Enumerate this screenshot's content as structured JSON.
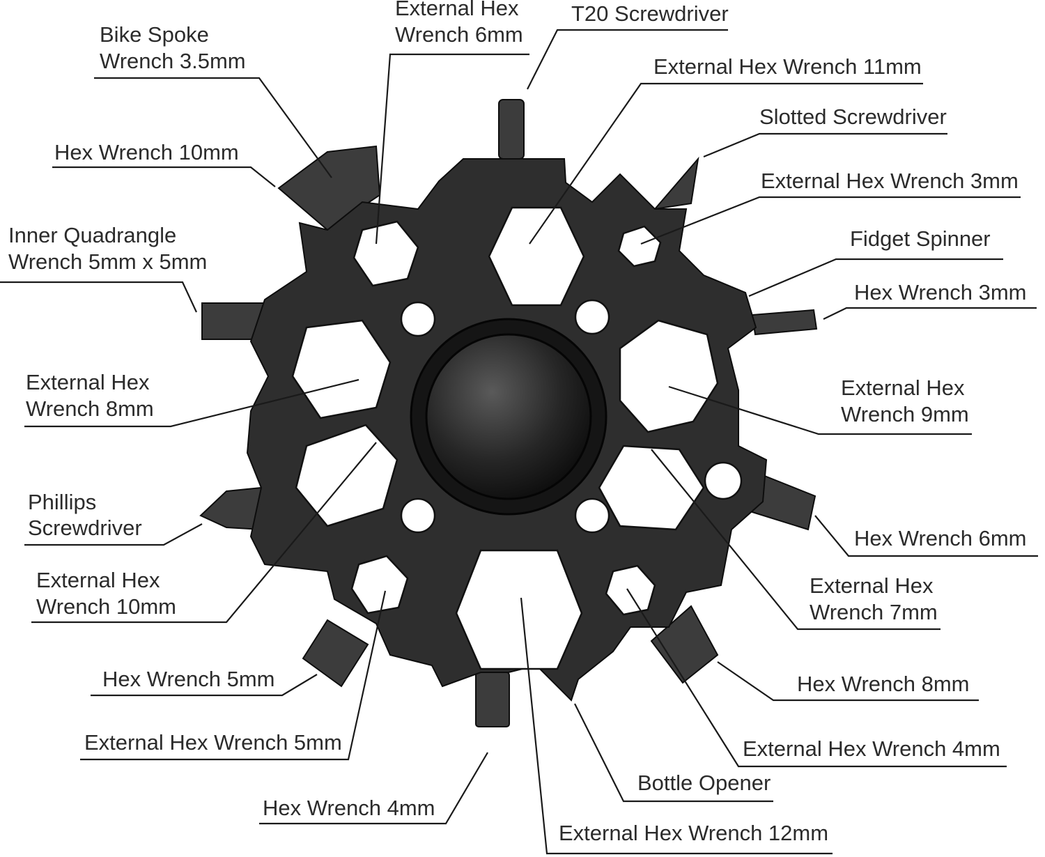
{
  "callouts": {
    "bike_spoke": [
      "Bike Spoke",
      "Wrench 3.5mm"
    ],
    "ext_hex_6": [
      "External Hex",
      "Wrench 6mm"
    ],
    "t20": [
      "T20 Screwdriver"
    ],
    "ext_hex_11": [
      "External Hex Wrench 11mm"
    ],
    "slotted": [
      "Slotted Screwdriver"
    ],
    "ext_hex_3": [
      "External Hex Wrench 3mm"
    ],
    "fidget": [
      "Fidget Spinner"
    ],
    "hex_3": [
      "Hex Wrench 3mm"
    ],
    "ext_hex_9": [
      "External Hex",
      "Wrench 9mm"
    ],
    "hex_6": [
      "Hex Wrench 6mm"
    ],
    "ext_hex_7": [
      "External Hex",
      "Wrench 7mm"
    ],
    "hex_8": [
      "Hex Wrench 8mm"
    ],
    "ext_hex_4": [
      "External Hex Wrench 4mm"
    ],
    "bottle": [
      "Bottle Opener"
    ],
    "ext_hex_12": [
      "External Hex Wrench 12mm"
    ],
    "hex_4": [
      "Hex Wrench 4mm"
    ],
    "ext_hex_5": [
      "External Hex Wrench 5mm"
    ],
    "hex_5": [
      "Hex Wrench 5mm"
    ],
    "ext_hex_10": [
      "External Hex",
      "Wrench 10mm"
    ],
    "phillips": [
      "Phillips",
      "Screwdriver"
    ],
    "ext_hex_8": [
      "External Hex",
      "Wrench 8mm"
    ],
    "inner_quad": [
      "Inner Quadrangle",
      "Wrench 5mm x 5mm"
    ],
    "hex_10": [
      "Hex Wrench 10mm"
    ]
  },
  "colors": {
    "tool": "#2e2e2e",
    "bearing": "#1c1c1c",
    "line": "#1a1a1a",
    "text": "#2b2b2b"
  }
}
